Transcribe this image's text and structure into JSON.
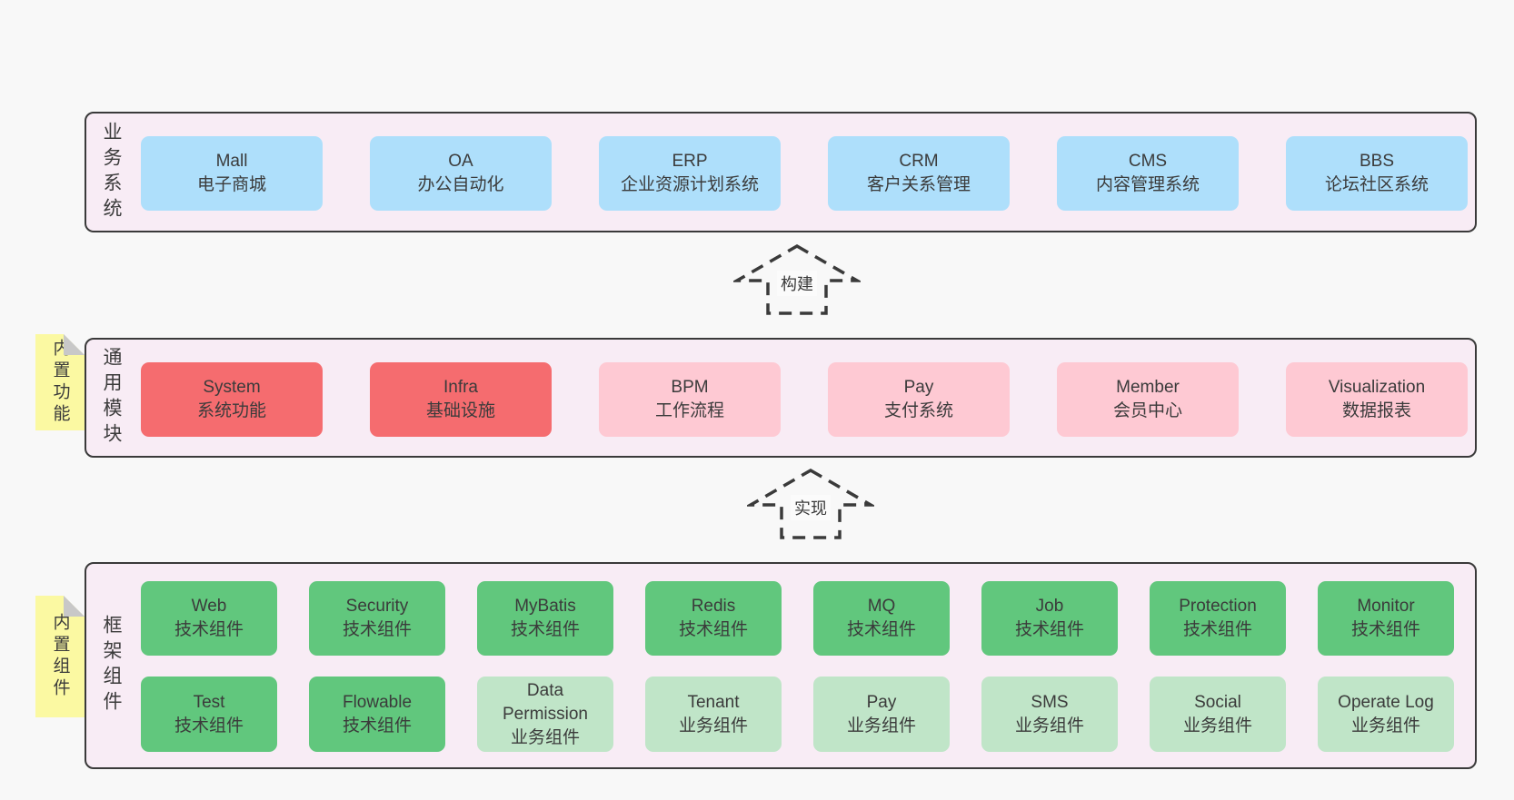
{
  "colors": {
    "page_bg": "#f8f8f8",
    "container_bg": "#f8ecf5",
    "container_border": "#3a3a3a",
    "blue": "#aedffb",
    "red": "#f56c6f",
    "pink": "#fec9d3",
    "green_dark": "#61c77d",
    "green_light": "#c0e5c8",
    "note_bg": "#fbf9a2",
    "note_fold": "#c8c8c8",
    "text": "#3b3b3b"
  },
  "arrows": [
    {
      "label": "构建"
    },
    {
      "label": "实现"
    }
  ],
  "layers": {
    "business": {
      "label": "业务系统",
      "boxes": [
        {
          "title": "Mall",
          "subtitle": "电子商城"
        },
        {
          "title": "OA",
          "subtitle": "办公自动化"
        },
        {
          "title": "ERP",
          "subtitle": "企业资源计划系统"
        },
        {
          "title": "CRM",
          "subtitle": "客户关系管理"
        },
        {
          "title": "CMS",
          "subtitle": "内容管理系统"
        },
        {
          "title": "BBS",
          "subtitle": "论坛社区系统"
        }
      ]
    },
    "modules": {
      "label": "通用模块",
      "note": "内置功能",
      "boxes": [
        {
          "title": "System",
          "subtitle": "系统功能",
          "variant": "red"
        },
        {
          "title": "Infra",
          "subtitle": "基础设施",
          "variant": "red"
        },
        {
          "title": "BPM",
          "subtitle": "工作流程",
          "variant": "pink"
        },
        {
          "title": "Pay",
          "subtitle": "支付系统",
          "variant": "pink"
        },
        {
          "title": "Member",
          "subtitle": "会员中心",
          "variant": "pink"
        },
        {
          "title": "Visualization",
          "subtitle": "数据报表",
          "variant": "pink"
        }
      ]
    },
    "components": {
      "label": "框架组件",
      "note": "内置组件",
      "row1": [
        {
          "title": "Web",
          "subtitle": "技术组件",
          "variant": "green-dark"
        },
        {
          "title": "Security",
          "subtitle": "技术组件",
          "variant": "green-dark"
        },
        {
          "title": "MyBatis",
          "subtitle": "技术组件",
          "variant": "green-dark"
        },
        {
          "title": "Redis",
          "subtitle": "技术组件",
          "variant": "green-dark"
        },
        {
          "title": "MQ",
          "subtitle": "技术组件",
          "variant": "green-dark"
        },
        {
          "title": "Job",
          "subtitle": "技术组件",
          "variant": "green-dark"
        },
        {
          "title": "Protection",
          "subtitle": "技术组件",
          "variant": "green-dark"
        },
        {
          "title": "Monitor",
          "subtitle": "技术组件",
          "variant": "green-dark"
        }
      ],
      "row2": [
        {
          "title": "Test",
          "subtitle": "技术组件",
          "variant": "green-dark"
        },
        {
          "title": "Flowable",
          "subtitle": "技术组件",
          "variant": "green-dark"
        },
        {
          "title": "Data Permission",
          "subtitle": "业务组件",
          "variant": "green-light"
        },
        {
          "title": "Tenant",
          "subtitle": "业务组件",
          "variant": "green-light"
        },
        {
          "title": "Pay",
          "subtitle": "业务组件",
          "variant": "green-light"
        },
        {
          "title": "SMS",
          "subtitle": "业务组件",
          "variant": "green-light"
        },
        {
          "title": "Social",
          "subtitle": "业务组件",
          "variant": "green-light"
        },
        {
          "title": "Operate Log",
          "subtitle": "业务组件",
          "variant": "green-light"
        }
      ]
    }
  }
}
